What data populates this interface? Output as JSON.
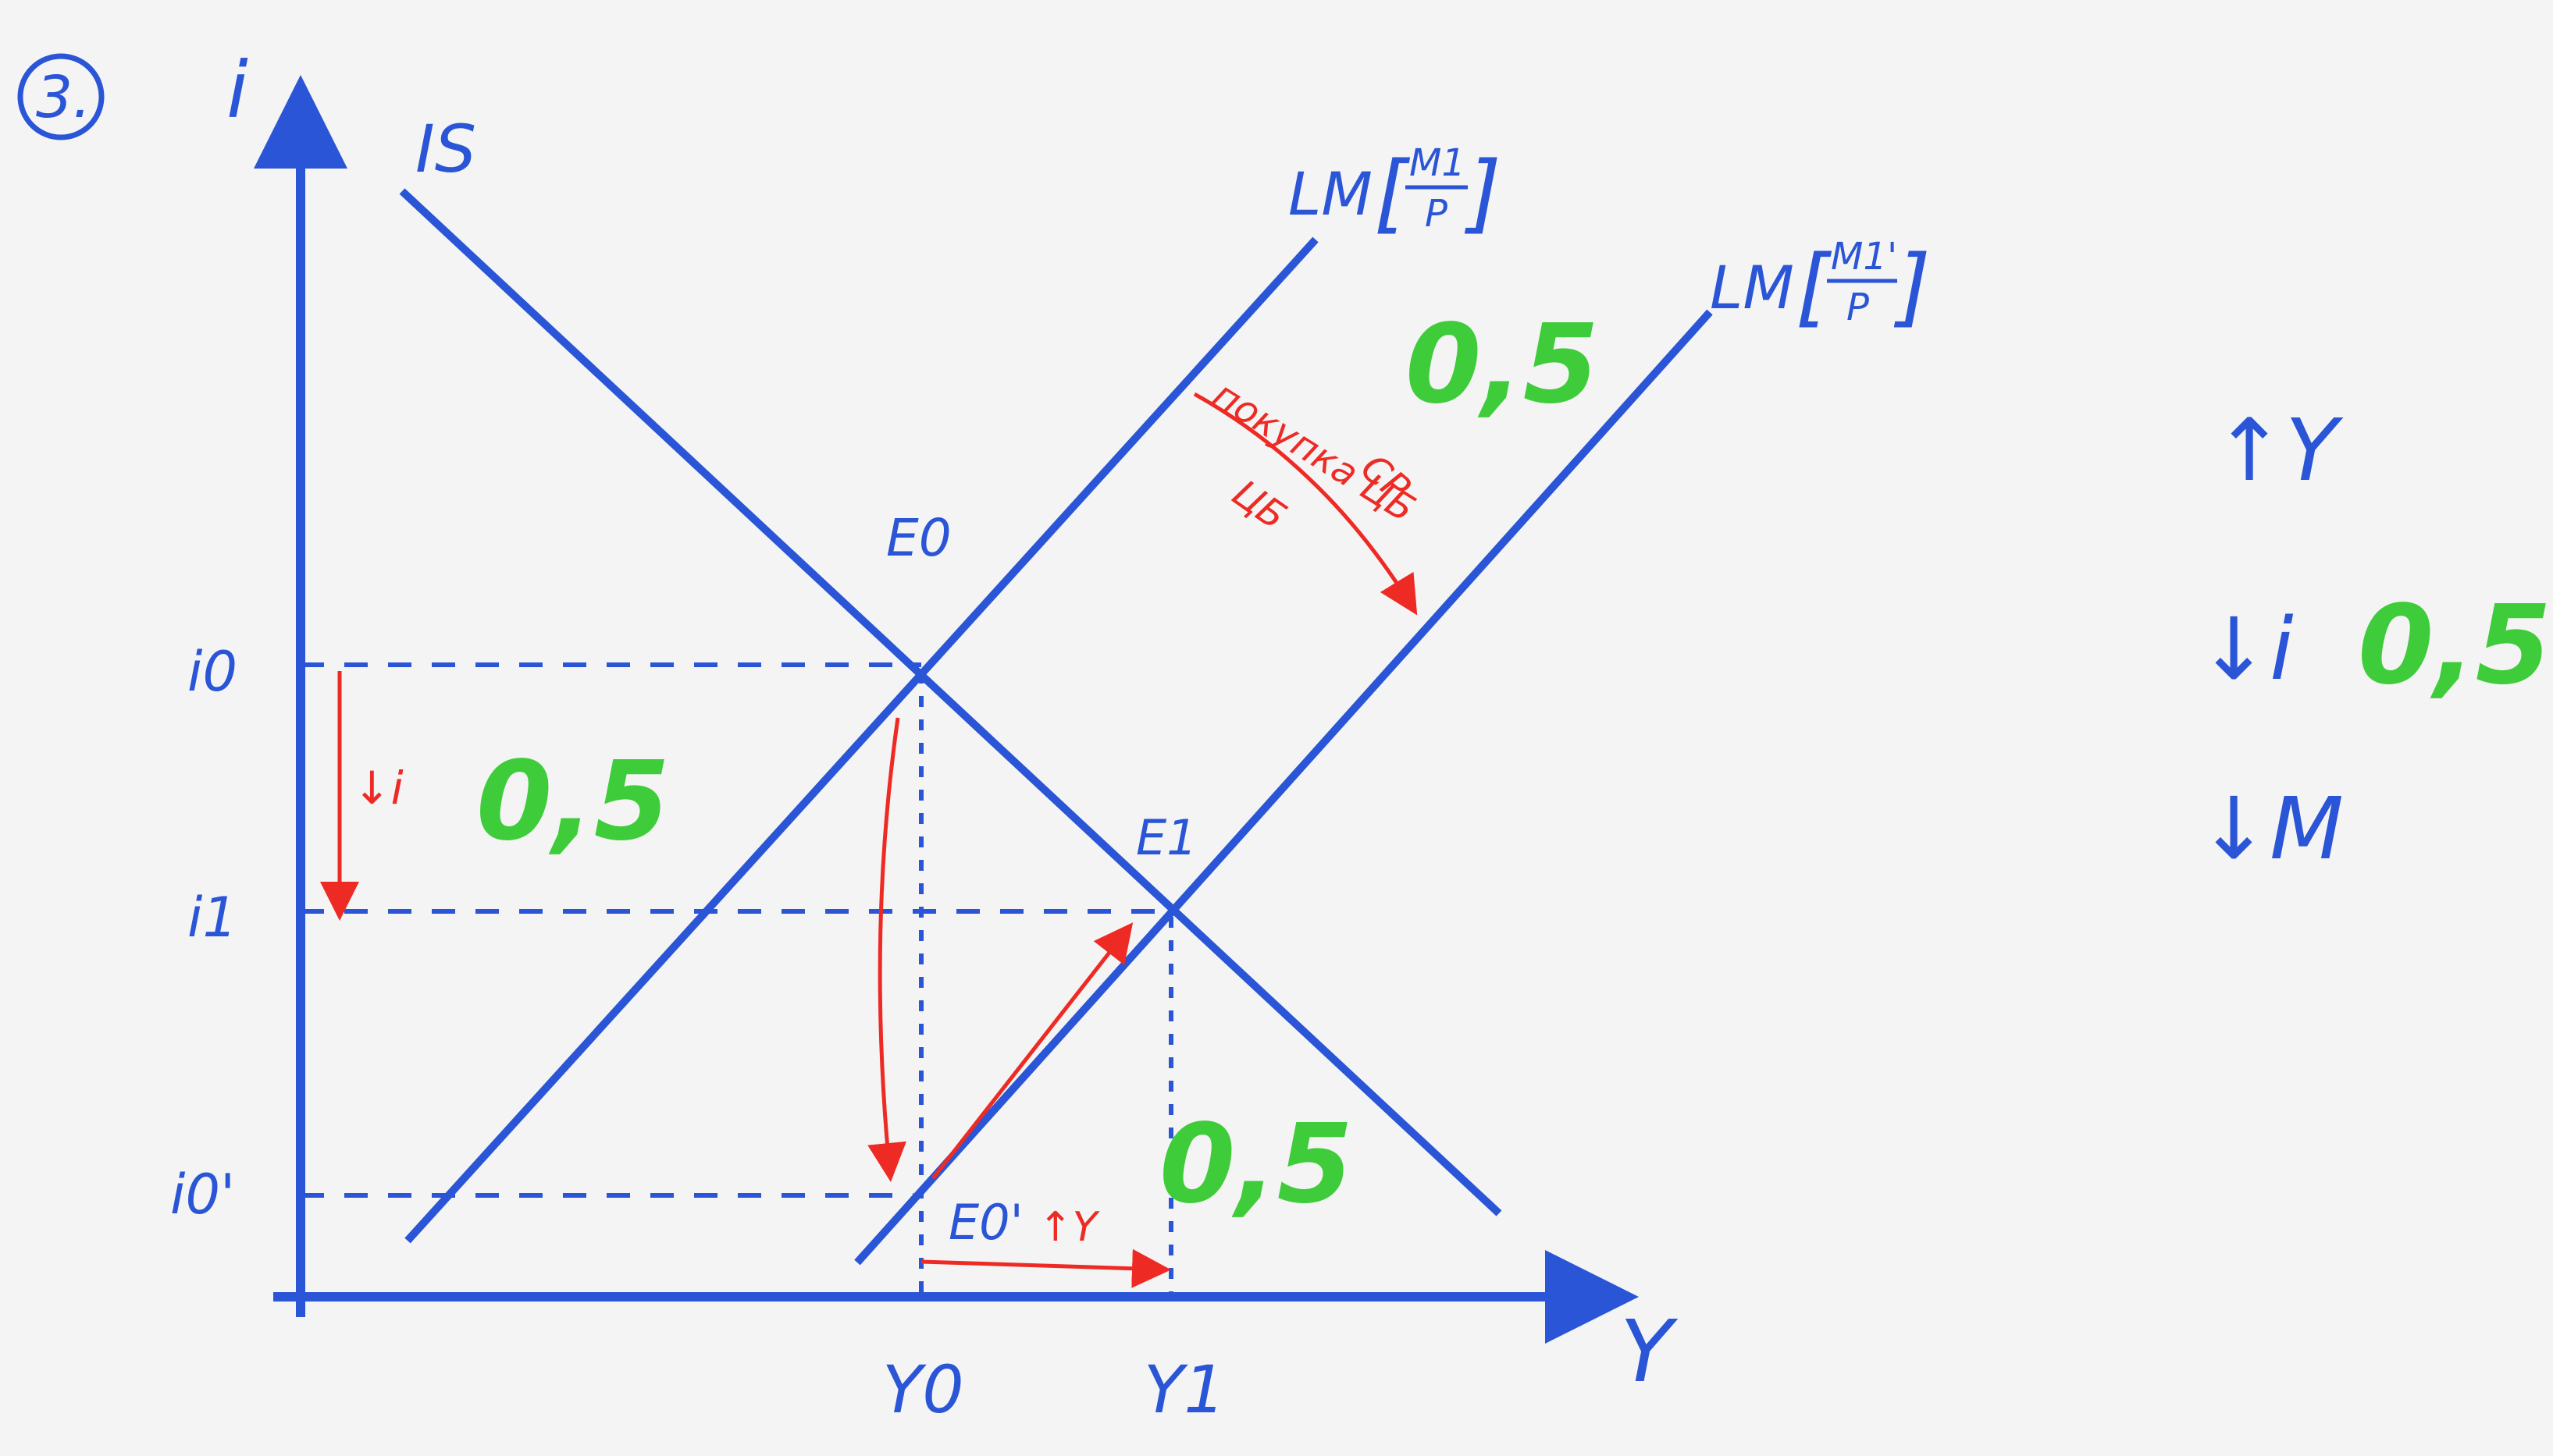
{
  "problem_number": "3.",
  "colors": {
    "ink": "#2a55d6",
    "annotation": "#ee2a24",
    "points": "#3fcc3a",
    "paper": "#f4f4f4"
  },
  "axes": {
    "y_label": "i",
    "x_label": "Y"
  },
  "curves": {
    "is": "IS",
    "lm0": {
      "prefix": "LM",
      "num": "M1",
      "den": "P"
    },
    "lm1": {
      "prefix": "LM",
      "num": "M1'",
      "den": "P"
    }
  },
  "points": {
    "e0": "E0",
    "e1": "E1",
    "e0_prime": "E0'"
  },
  "ticks": {
    "i0": "i0",
    "i1": "i1",
    "i0_prime": "i0'",
    "y0": "Y0",
    "y1": "Y1"
  },
  "annotations": {
    "shift_line1": "покупка ЦБ",
    "shift_line2": "ЦБ",
    "shift_cp": "CP",
    "down_i": "↓i",
    "up_y": "↑Y"
  },
  "scores": [
    "0,5",
    "0,5",
    "0,5",
    "0,5"
  ],
  "summary": [
    "↑Y",
    "↓i",
    "↓M"
  ]
}
